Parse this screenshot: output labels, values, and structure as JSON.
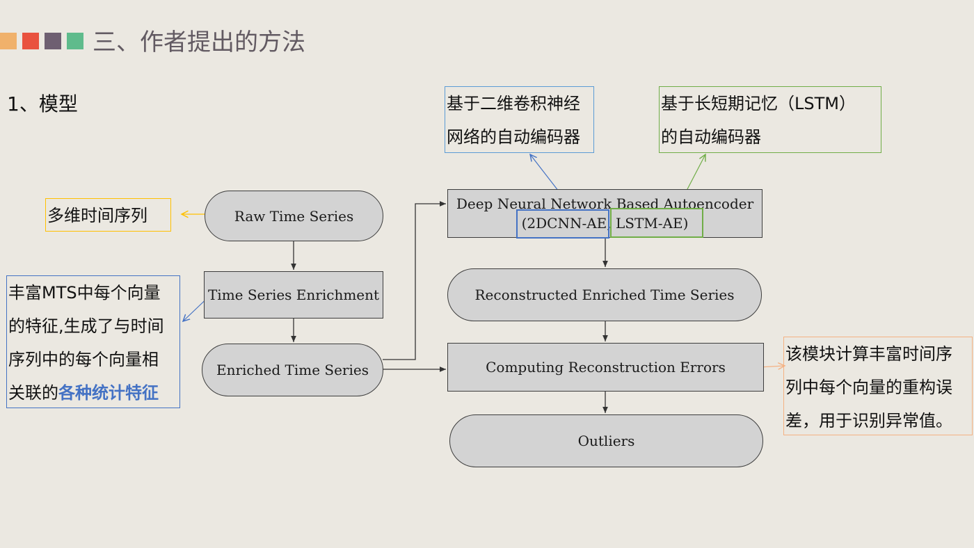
{
  "header": {
    "title": "三、作者提出的方法",
    "squares": [
      "#f0b16b",
      "#e9523f",
      "#6e5f71",
      "#5fbb8c"
    ]
  },
  "subtitle": "1、模型",
  "nodes": {
    "raw": "Raw Time Series",
    "enrichment": "Time Series Enrichment",
    "enriched": "Enriched Time Series",
    "dnn_line1": "Deep Neural Network Based Autoencoder",
    "dnn_line2_a": "(2DCNN-AE,",
    "dnn_line2_b": "LSTM-AE)",
    "reconstructed": "Reconstructed Enriched Time Series",
    "errors": "Computing Reconstruction Errors",
    "outliers": "Outliers"
  },
  "notes": {
    "cnn": {
      "line1": "基于二维卷积神经",
      "line2": "网络的自动编码器",
      "color": "#5b9bd5"
    },
    "lstm": {
      "line1": "基于长短期记忆（LSTM）",
      "line2": "的自动编码器",
      "color": "#70ad47"
    },
    "mts": {
      "text": "多维时间序列",
      "color": "#ffc000"
    },
    "enrich": {
      "line1": "丰富MTS中每个向量",
      "line2": "的特征,生成了与时间",
      "line3": "序列中的每个向量相",
      "line4_prefix": "关联的",
      "line4_highlight": "各种统计特征",
      "color": "#4472c4"
    },
    "errors": {
      "line1": "该模块计算丰富时间序",
      "line2": "列中每个向量的重构误",
      "line3": "差，用于识别异常值。",
      "color": "#f4b183"
    }
  }
}
